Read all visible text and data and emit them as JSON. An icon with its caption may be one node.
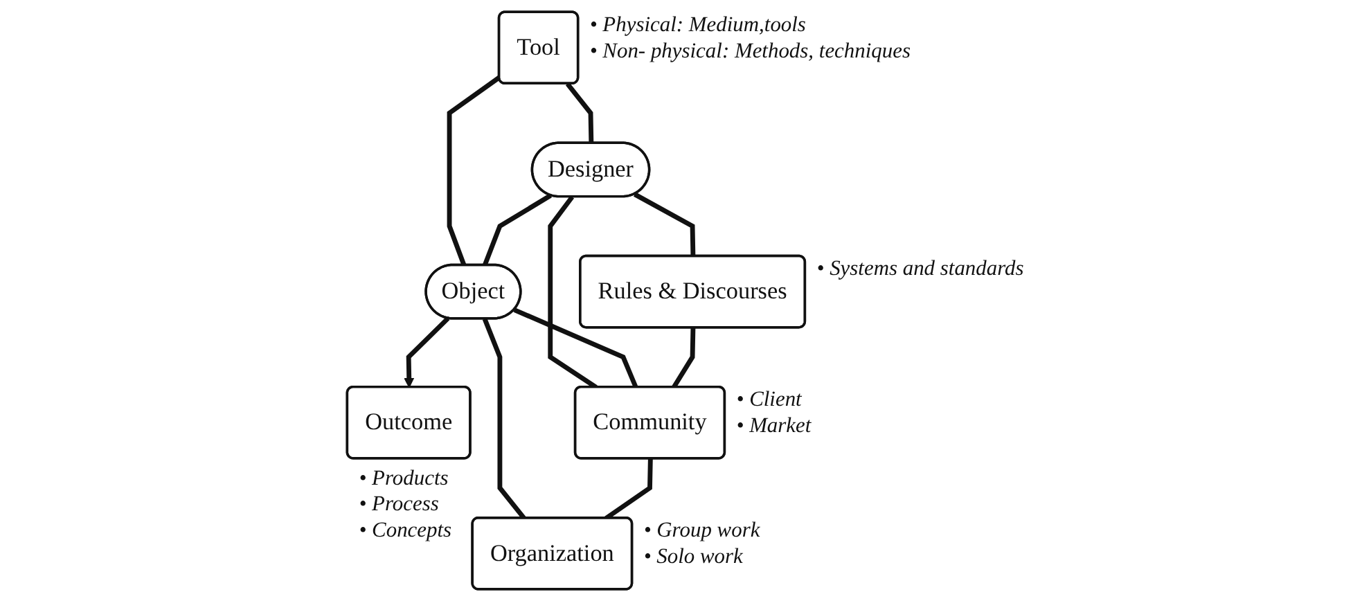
{
  "diagram": {
    "nodes": [
      {
        "text": [
          "Tool"
        ],
        "beside": [
          "• Physical: Medium,tools",
          "• Non- physical: Methods, techniques"
        ]
      },
      {
        "text": [
          "Designer"
        ]
      },
      {
        "text": [
          "Object"
        ]
      },
      {
        "text": [
          "Outcome"
        ],
        "beside": [
          "• Products",
          "• Process",
          "• Concepts"
        ]
      },
      {
        "text": [
          "Rules & Discourses"
        ],
        "beside": [
          "• Systems and standards"
        ]
      },
      {
        "text": [
          "Community"
        ],
        "beside": [
          "• Client",
          "• Market"
        ]
      },
      {
        "text": [
          "Organization"
        ],
        "beside": [
          "• Group work",
          "• Solo work"
        ]
      }
    ],
    "edges": [
      {
        "from": 0,
        "to": 1,
        "arrow": "none"
      },
      {
        "from": 0,
        "to": 2,
        "arrow": "none"
      },
      {
        "from": 1,
        "to": 2,
        "arrow": "none"
      },
      {
        "from": 2,
        "to": 3,
        "arrow": "to"
      },
      {
        "from": 1,
        "to": 4,
        "arrow": "none"
      },
      {
        "from": 1,
        "to": 5,
        "arrow": "none"
      },
      {
        "from": 2,
        "to": 5,
        "arrow": "none"
      },
      {
        "from": 2,
        "to": 6,
        "arrow": "none"
      },
      {
        "from": 4,
        "to": 5,
        "arrow": "none"
      },
      {
        "from": 5,
        "to": 6,
        "arrow": "none"
      }
    ]
  }
}
